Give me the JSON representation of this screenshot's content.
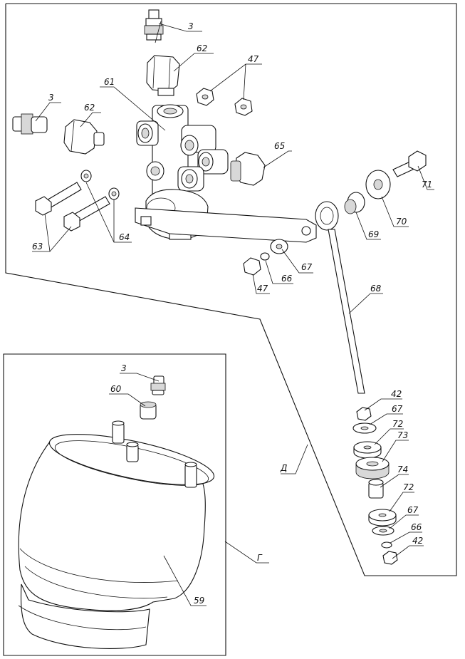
{
  "labels": {
    "p3_top": "3",
    "p62_top": "62",
    "p47_top": "47",
    "p3_left": "3",
    "p62_left": "62",
    "p61": "61",
    "p65": "65",
    "p71": "71",
    "p70": "70",
    "p69": "69",
    "p63": "63",
    "p64": "64",
    "p67_mid": "67",
    "p66_mid": "66",
    "p47_mid": "47",
    "p68": "68",
    "view_d": "Д",
    "p3_bag": "3",
    "p60": "60",
    "p59": "59",
    "view_g": "Г",
    "p42_top": "42",
    "p67_a": "67",
    "p72_a": "72",
    "p73": "73",
    "p74": "74",
    "p72_b": "72",
    "p67_b": "67",
    "p66_b": "66",
    "p42_b": "42"
  }
}
